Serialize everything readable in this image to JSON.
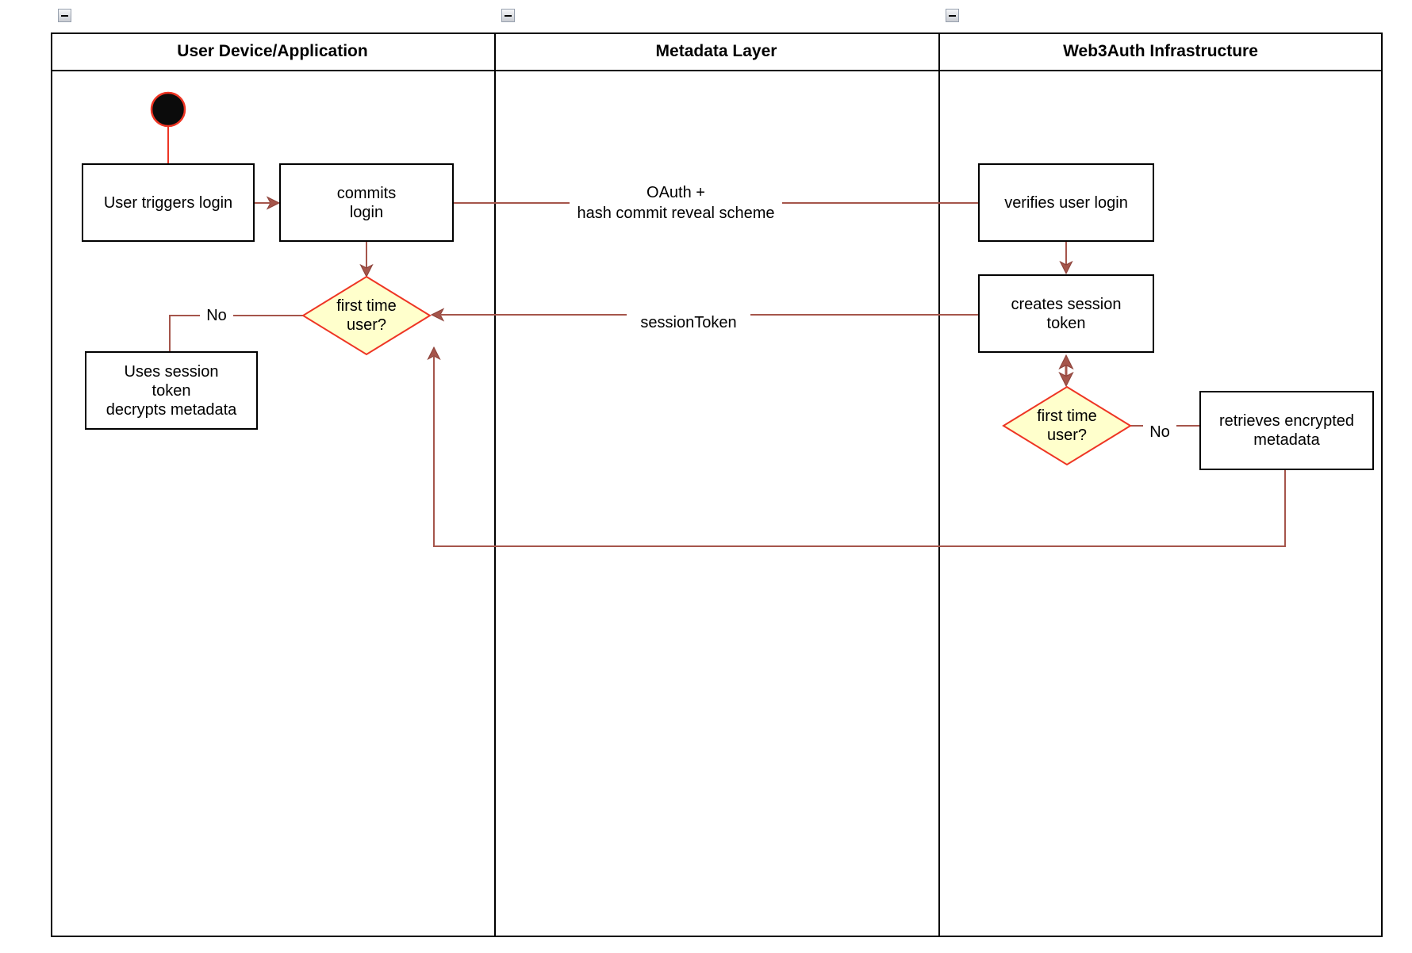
{
  "diagram": {
    "type": "swimlane-activity-diagram",
    "lanes": [
      {
        "title": "User Device/Application"
      },
      {
        "title": "Metadata Layer"
      },
      {
        "title": "Web3Auth Infrastructure"
      }
    ],
    "nodes": {
      "start": "start-state",
      "user_triggers_login": "User triggers login",
      "commits_login": "commits\nlogin",
      "first_time_user_left": "first time\nuser?",
      "uses_session_token": "Uses session\ntoken\ndecrypts metadata",
      "verifies_user_login": "verifies user login",
      "creates_session_token": "creates session\ntoken",
      "first_time_user_right": "first time\nuser?",
      "retrieves_encrypted_metadata": "retrieves encrypted\nmetadata"
    },
    "edge_labels": {
      "oauth": "OAuth +\nhash commit reveal scheme",
      "session_token": "sessionToken",
      "no_left": "No",
      "no_right": "No"
    },
    "colors": {
      "edge": "#a5554b",
      "accent_red": "#ee3524",
      "decision_fill": "#ffffcc",
      "shape_border": "#000000",
      "collapse_icon_bg": "#dfe1e5"
    }
  }
}
